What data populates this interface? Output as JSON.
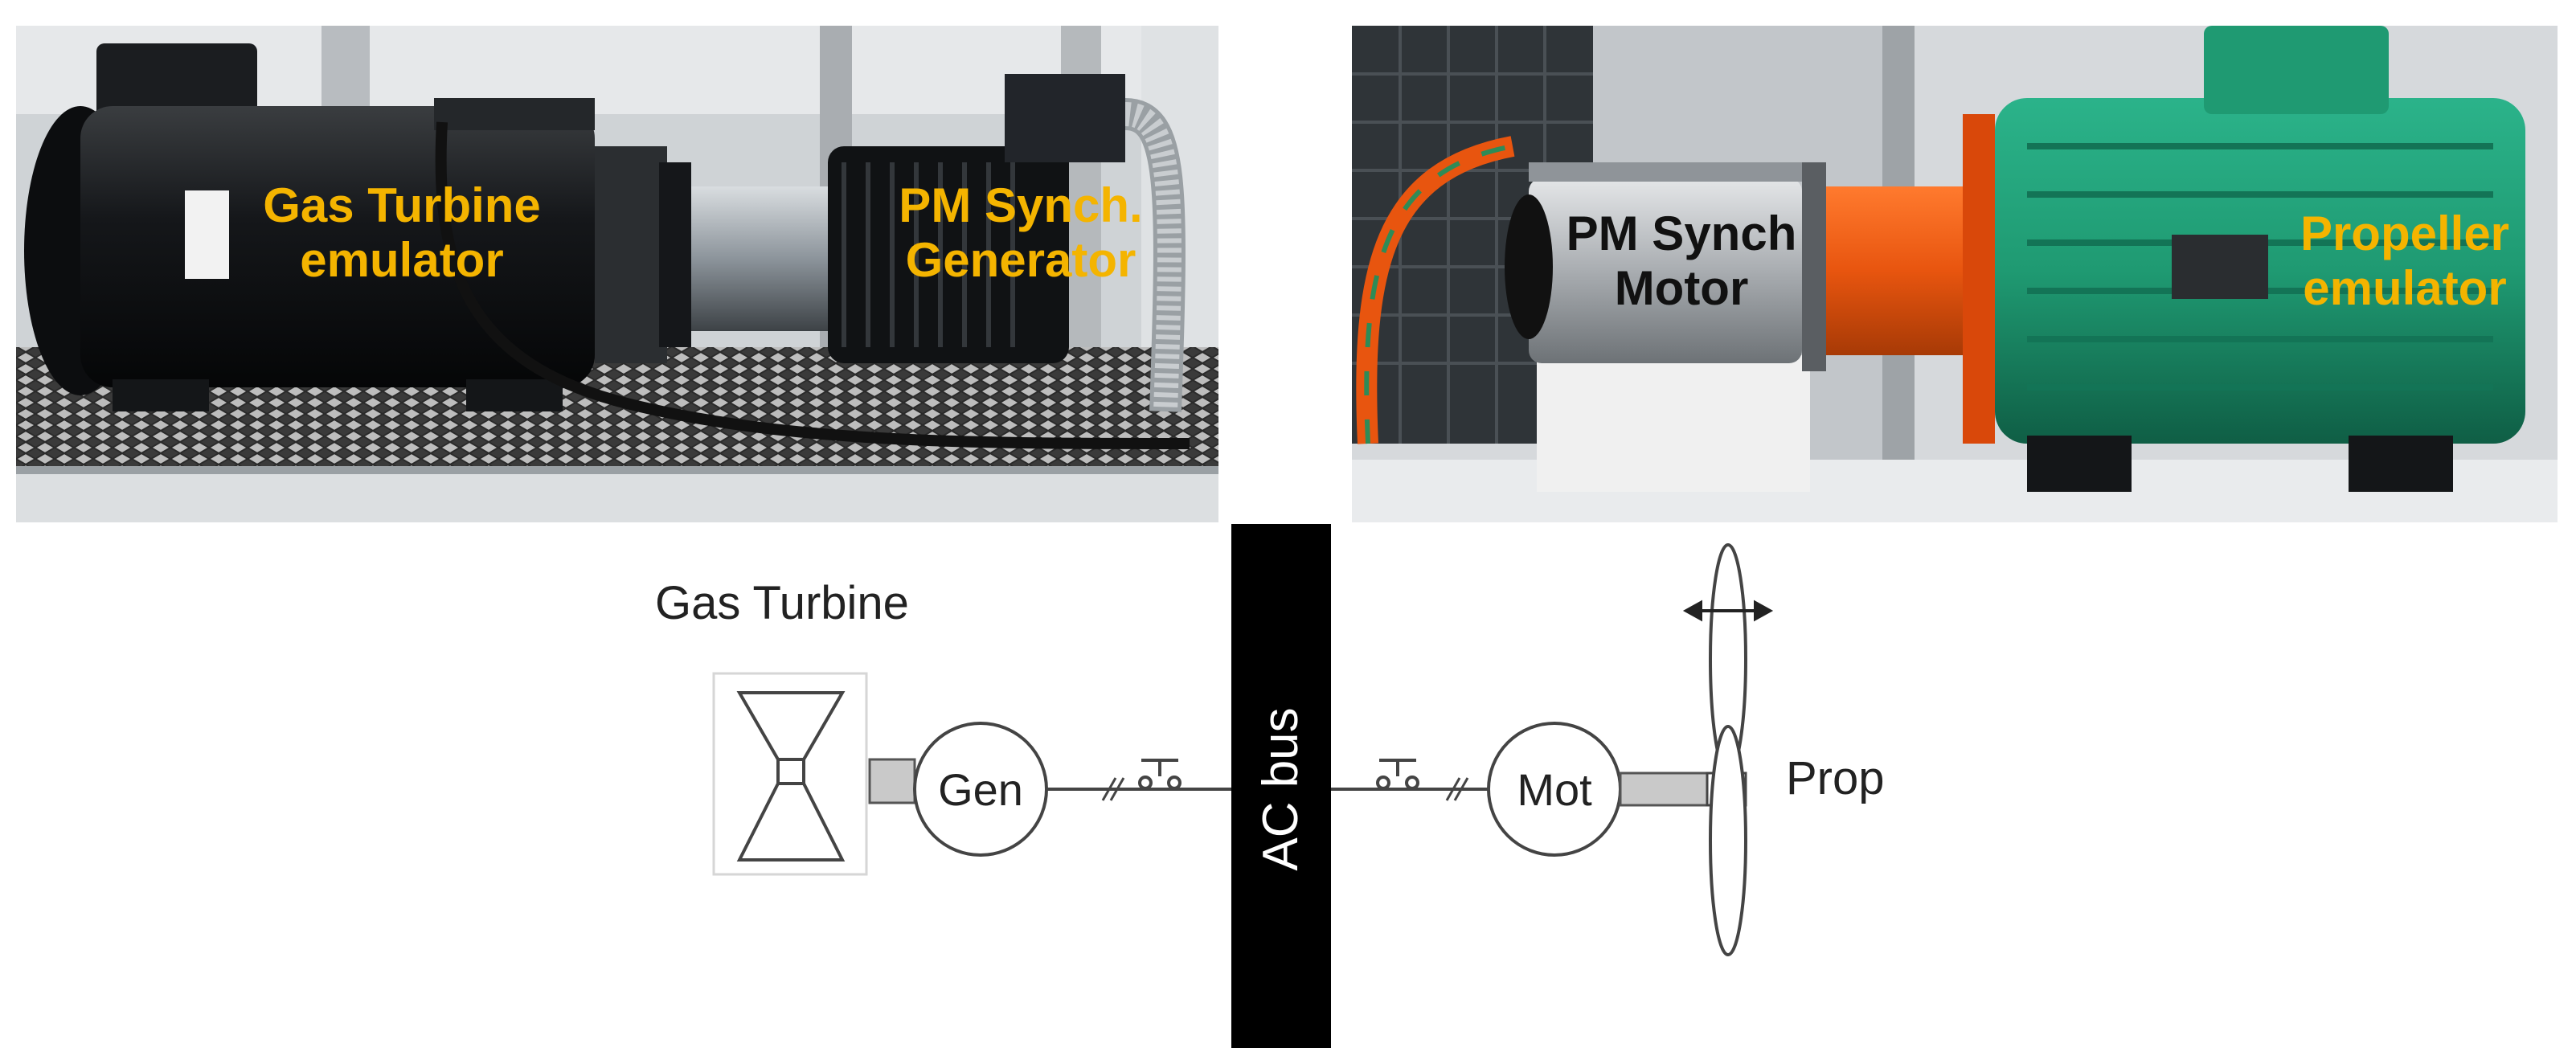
{
  "photos": {
    "left": {
      "label_turbine": "Gas Turbine\nemulator",
      "label_generator": "PM Synch.\nGenerator"
    },
    "right": {
      "label_motor": "PM Synch\nMotor",
      "label_propeller": "Propeller\nemulator"
    }
  },
  "diagram": {
    "gas_turbine_label": "Gas Turbine",
    "generator_label": "Gen",
    "ac_bus_label": "AC bus",
    "motor_label": "Mot",
    "prop_label": "Prop"
  },
  "colors": {
    "label_orange": "#f4b400",
    "motor_housing_green": "#1f9a72",
    "coupling_orange": "#e8550f",
    "bus_black": "#000000"
  }
}
